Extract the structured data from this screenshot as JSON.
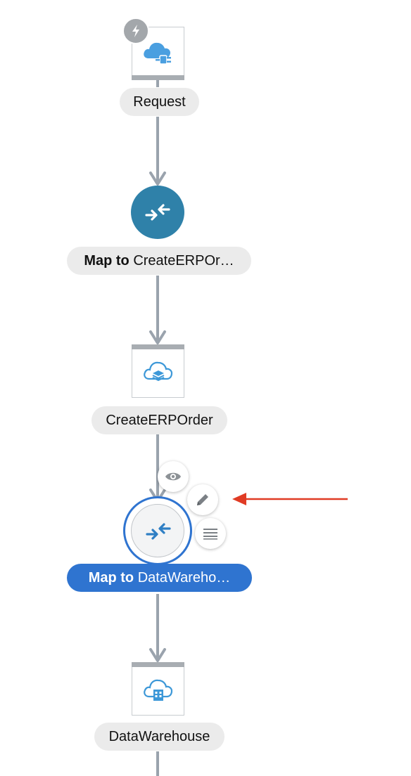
{
  "canvas": {
    "background": "#ffffff",
    "line_color": "#9aa3ad",
    "accent": "#2f74d0",
    "map_color": "#2f81a9",
    "pointer_color": "#e03b24"
  },
  "nodes": {
    "request": {
      "label": "Request",
      "icon": "cloud-plug-icon",
      "badge_icon": "lightning-icon"
    },
    "map_create": {
      "label_prefix": "Map to",
      "label_text": "CreateERPOr…",
      "icon": "map-arrows-icon"
    },
    "create_erp_order": {
      "label": "CreateERPOrder",
      "icon": "cloud-layers-icon"
    },
    "map_datawarehouse": {
      "label_prefix": "Map to",
      "label_text": "DataWareho…",
      "icon": "map-arrows-icon",
      "actions": [
        "eye-icon",
        "pencil-icon",
        "menu-lines-icon"
      ]
    },
    "datawarehouse": {
      "label": "DataWarehouse",
      "icon": "cloud-building-icon"
    }
  }
}
